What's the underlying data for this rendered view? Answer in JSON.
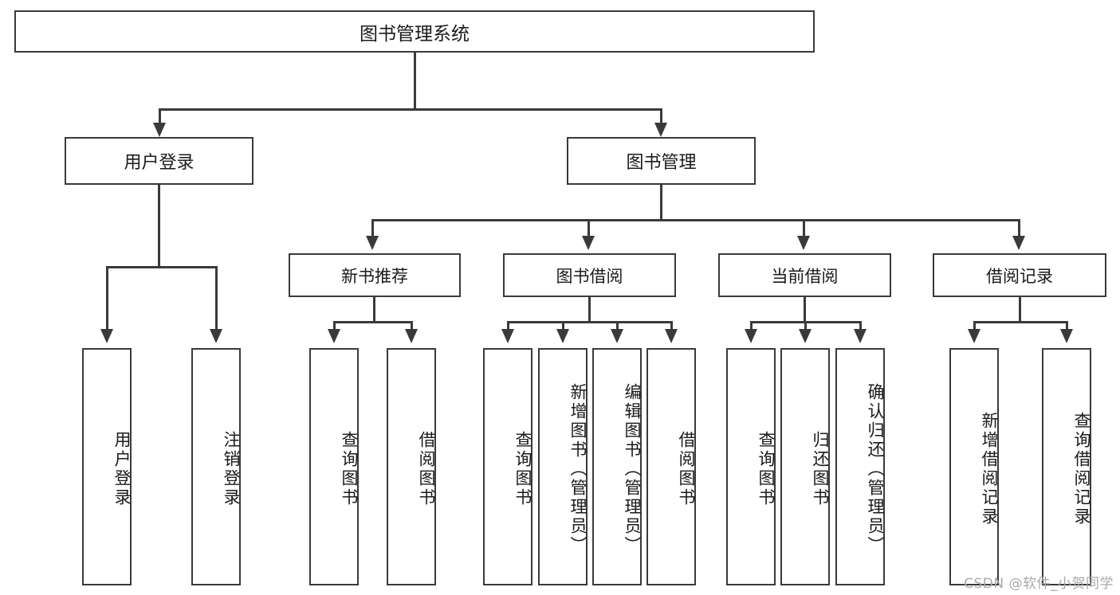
{
  "diagram": {
    "title": "图书管理系统",
    "type": "功能结构图",
    "root": {
      "label": "图书管理系统"
    },
    "level1": [
      {
        "label": "用户登录"
      },
      {
        "label": "图书管理"
      }
    ],
    "level2": [
      {
        "label": "新书推荐"
      },
      {
        "label": "图书借阅"
      },
      {
        "label": "当前借阅"
      },
      {
        "label": "借阅记录"
      }
    ],
    "leaves": {
      "user_login": [
        {
          "label": "用户登录"
        },
        {
          "label": "注销登录"
        }
      ],
      "new_book_recommend": [
        {
          "label": "查询图书"
        },
        {
          "label": "借阅图书"
        }
      ],
      "book_borrow": [
        {
          "label": "查询图书"
        },
        {
          "label": "新增图书（管理员）"
        },
        {
          "label": "编辑图书（管理员）"
        },
        {
          "label": "借阅图书"
        }
      ],
      "current_borrow": [
        {
          "label": "查询图书"
        },
        {
          "label": "归还图书"
        },
        {
          "label": "确认归还（管理员）"
        }
      ],
      "borrow_record": [
        {
          "label": "新增借阅记录"
        },
        {
          "label": "查询借阅记录"
        }
      ]
    }
  },
  "watermark": {
    "text": "CSDN @软件_小贺同学"
  },
  "colors": {
    "stroke": "#3a3a3a",
    "background": "#ffffff",
    "text": "#1a1a1a",
    "watermark": "#a8a8a8"
  }
}
